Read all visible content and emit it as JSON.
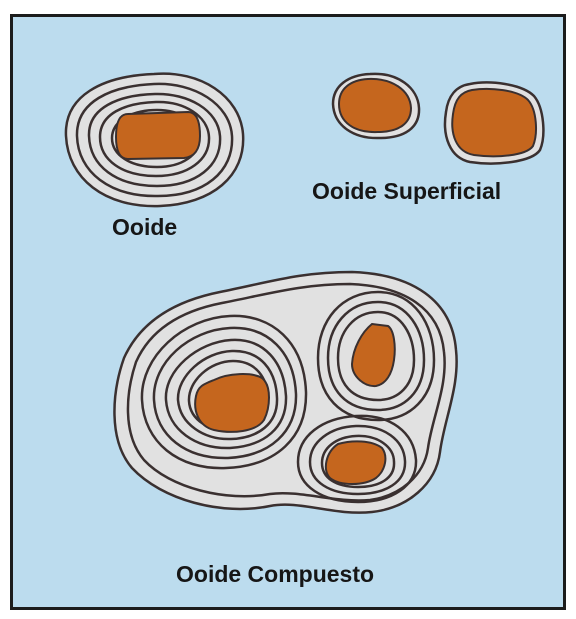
{
  "labels": {
    "ooide": "Ooide",
    "superficial": "Ooide Superficial",
    "compuesto": "Ooide Compuesto"
  },
  "colors": {
    "background": "#bcdcee",
    "cortex_fill": "#e1e1e1",
    "nucleus": "#c5661e",
    "line": "#3a3030"
  }
}
